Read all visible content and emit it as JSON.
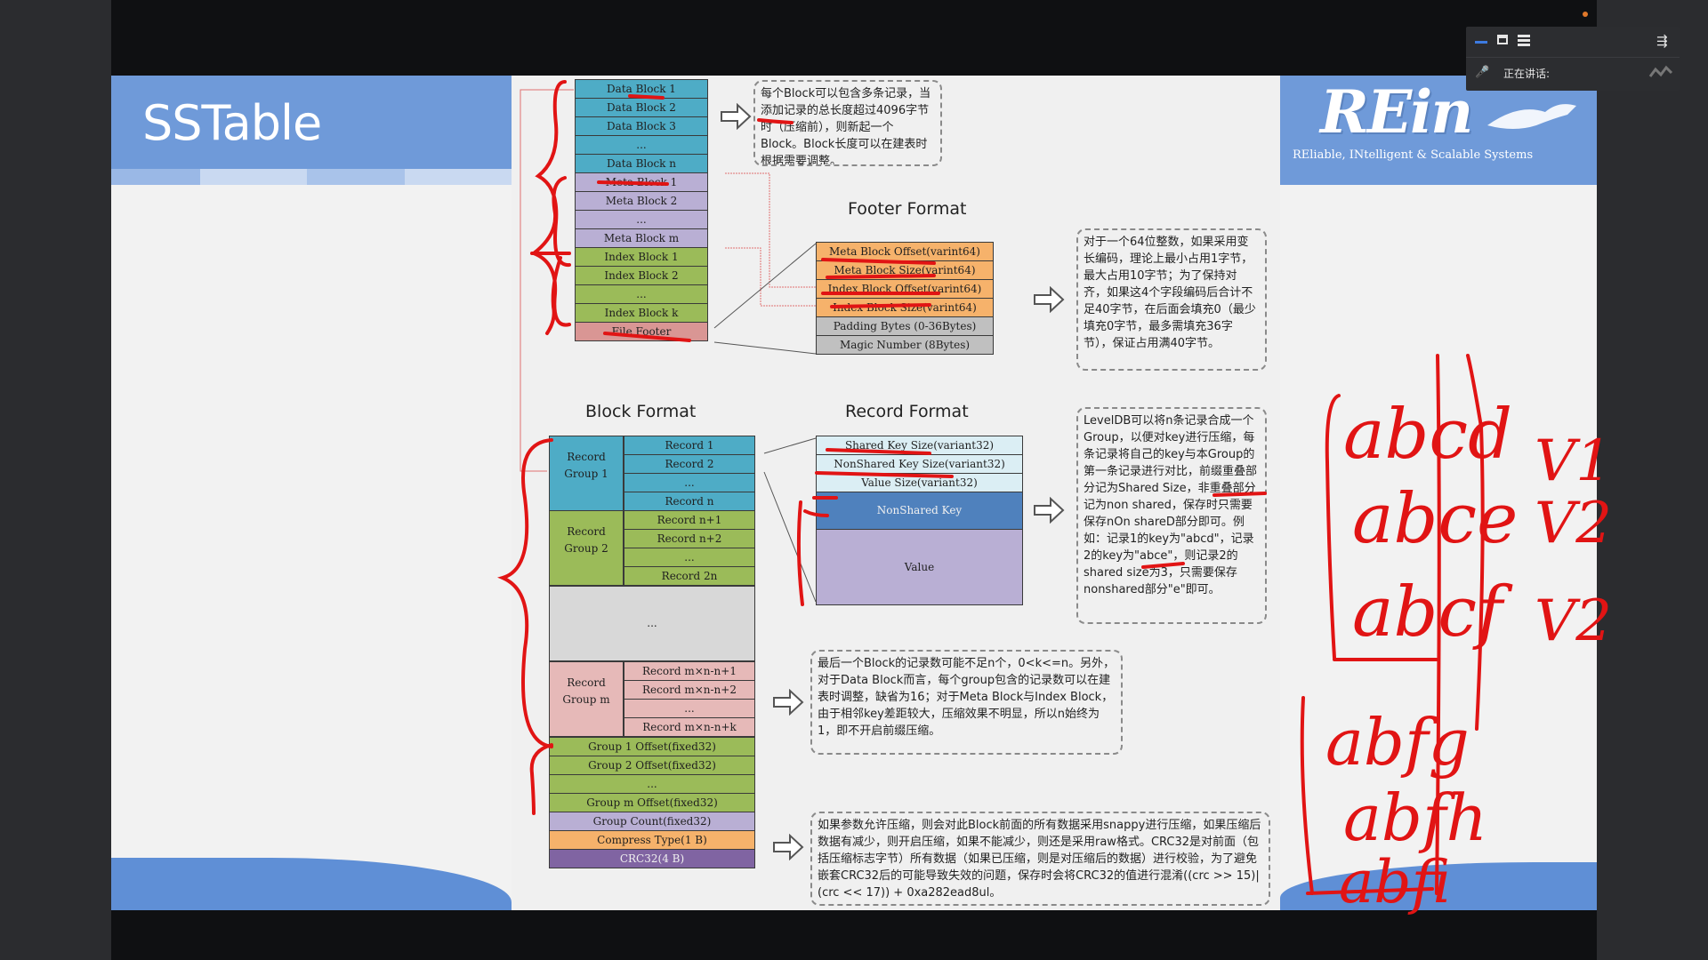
{
  "slide": {
    "title": "SSTable",
    "logo": {
      "text": "REin",
      "tagline": "REliable, INtelligent & Scalable Systems"
    }
  },
  "colors": {
    "teal": "#4eacc6",
    "lavender": "#b9afd4",
    "green": "#9bbb59",
    "pink": "#d99694",
    "orange": "#f6b26b",
    "gray": "#c0c0c0",
    "blue": "#4f81bd",
    "purple": "#8064a2",
    "ink_red": "#e11414",
    "banner_blue": "#6f9ad9"
  },
  "sstable_blocks": [
    {
      "label": "Data Block 1",
      "color": "teal"
    },
    {
      "label": "Data Block 2",
      "color": "teal"
    },
    {
      "label": "Data Block 3",
      "color": "teal"
    },
    {
      "label": "...",
      "color": "teal"
    },
    {
      "label": "Data Block n",
      "color": "teal"
    },
    {
      "label": "Meta Block 1",
      "color": "lav"
    },
    {
      "label": "Meta Block 2",
      "color": "lav"
    },
    {
      "label": "...",
      "color": "lav"
    },
    {
      "label": "Meta Block m",
      "color": "lav"
    },
    {
      "label": "Index Block 1",
      "color": "grn"
    },
    {
      "label": "Index Block 2",
      "color": "grn"
    },
    {
      "label": "...",
      "color": "grn"
    },
    {
      "label": "Index Block k",
      "color": "grn"
    },
    {
      "label": "File Footer",
      "color": "pink"
    }
  ],
  "footer_format": {
    "caption": "Footer Format",
    "fields": [
      {
        "label": "Meta Block Offset(varint64)",
        "color": "org"
      },
      {
        "label": "Meta Block Size(varint64)",
        "color": "org"
      },
      {
        "label": "Index Block Offset(varint64)",
        "color": "org"
      },
      {
        "label": "Index Block Size(varint64)",
        "color": "org"
      },
      {
        "label": "Padding  Bytes (0-36Bytes)",
        "color": "gry"
      },
      {
        "label": "Magic Number  (8Bytes)",
        "color": "gry"
      }
    ]
  },
  "block_format": {
    "caption": "Block Format",
    "groups": [
      {
        "label": "Record Group 1",
        "color": "teal",
        "records": [
          "Record 1",
          "Record 2",
          "...",
          "Record n"
        ]
      },
      {
        "label": "Record Group 2",
        "color": "grn",
        "records": [
          "Record n+1",
          "Record n+2",
          "...",
          "Record 2n"
        ]
      },
      {
        "label": "Record Group m",
        "color": "rose",
        "records": [
          "Record m×n-n+1",
          "Record m×n-n+2",
          "...",
          "Record m×n-n+k"
        ]
      }
    ],
    "gap_label": "...",
    "trailer": [
      {
        "label": "Group 1 Offset(fixed32)",
        "color": "grn"
      },
      {
        "label": "Group 2 Offset(fixed32)",
        "color": "grn"
      },
      {
        "label": "...",
        "color": "grn"
      },
      {
        "label": "Group m Offset(fixed32)",
        "color": "grn"
      },
      {
        "label": "Group Count(fixed32)",
        "color": "lav"
      },
      {
        "label": "Compress Type(1 B)",
        "color": "org"
      },
      {
        "label": "CRC32(4 B)",
        "color": "purple"
      }
    ]
  },
  "record_format": {
    "caption": "Record Format",
    "fields": [
      {
        "label": "Shared Key Size(variant32)",
        "color": "pale"
      },
      {
        "label": "NonShared Key Size(variant32)",
        "color": "pale"
      },
      {
        "label": "Value Size(variant32)",
        "color": "pale"
      },
      {
        "label": "NonShared Key",
        "color": "blu"
      },
      {
        "label": "Value",
        "color": "lav"
      }
    ]
  },
  "notes": {
    "data_block": "每个Block可以包含多条记录，当添加记录的总长度超过4096字节时（压缩前），则新起一个Block。Block长度可以在建表时根据需要调整。",
    "footer": "对于一个64位整数，如果采用变长编码，理论上最小占用1字节，最大占用10字节；为了保持对齐，如果这4个字段编码后合计不足40字节，在后面会填充0（最少填充0字节，最多需填充36字节），保证占用满40字节。",
    "record": "LevelDB可以将n条记录合成一个Group，以便对key进行压缩，每条记录将自己的key与本Group的第一条记录进行对比，前缀重叠部分记为Shared Size，非重叠部分记为non shared，保存时只需要保存nOn shareD部分即可。例如：记录1的key为\"abcd\"，记录2的key为\"abce\"，则记录2的shared size为3，只需要保存nonshared部分\"e\"即可。",
    "group": "最后一个Block的记录数可能不足n个，0<k<=n。另外，对于Data Block而言，每个group包含的记录数可以在建表时调整，缺省为16；对于Meta Block与Index Block，由于相邻key差距较大，压缩效果不明显，所以n始终为1，即不开启前缀压缩。",
    "compress": "如果参数允许压缩，则会对此Block前面的所有数据采用snappy进行压缩，如果压缩后数据有减少，则开启压缩，如果不能减少，则还是采用raw格式。CRC32是对前面（包括压缩标志字节）所有数据（如果已压缩，则是对压缩后的数据）进行校验，为了避免嵌套CRC32后的可能导致失效的问题，保存时会将CRC32的值进行混淆((crc >> 15)|(crc << 17)) + 0xa282ead8ul。"
  },
  "handwriting": {
    "keys": [
      "abcd",
      "abce",
      "abcf",
      "abfg",
      "abfh",
      "abfi"
    ],
    "values": [
      "V1",
      "V2",
      "V2"
    ]
  },
  "toolbar": {
    "speaking_label": "正在讲话:",
    "menu_icon": "⇶",
    "mic_icon": "🎤"
  }
}
